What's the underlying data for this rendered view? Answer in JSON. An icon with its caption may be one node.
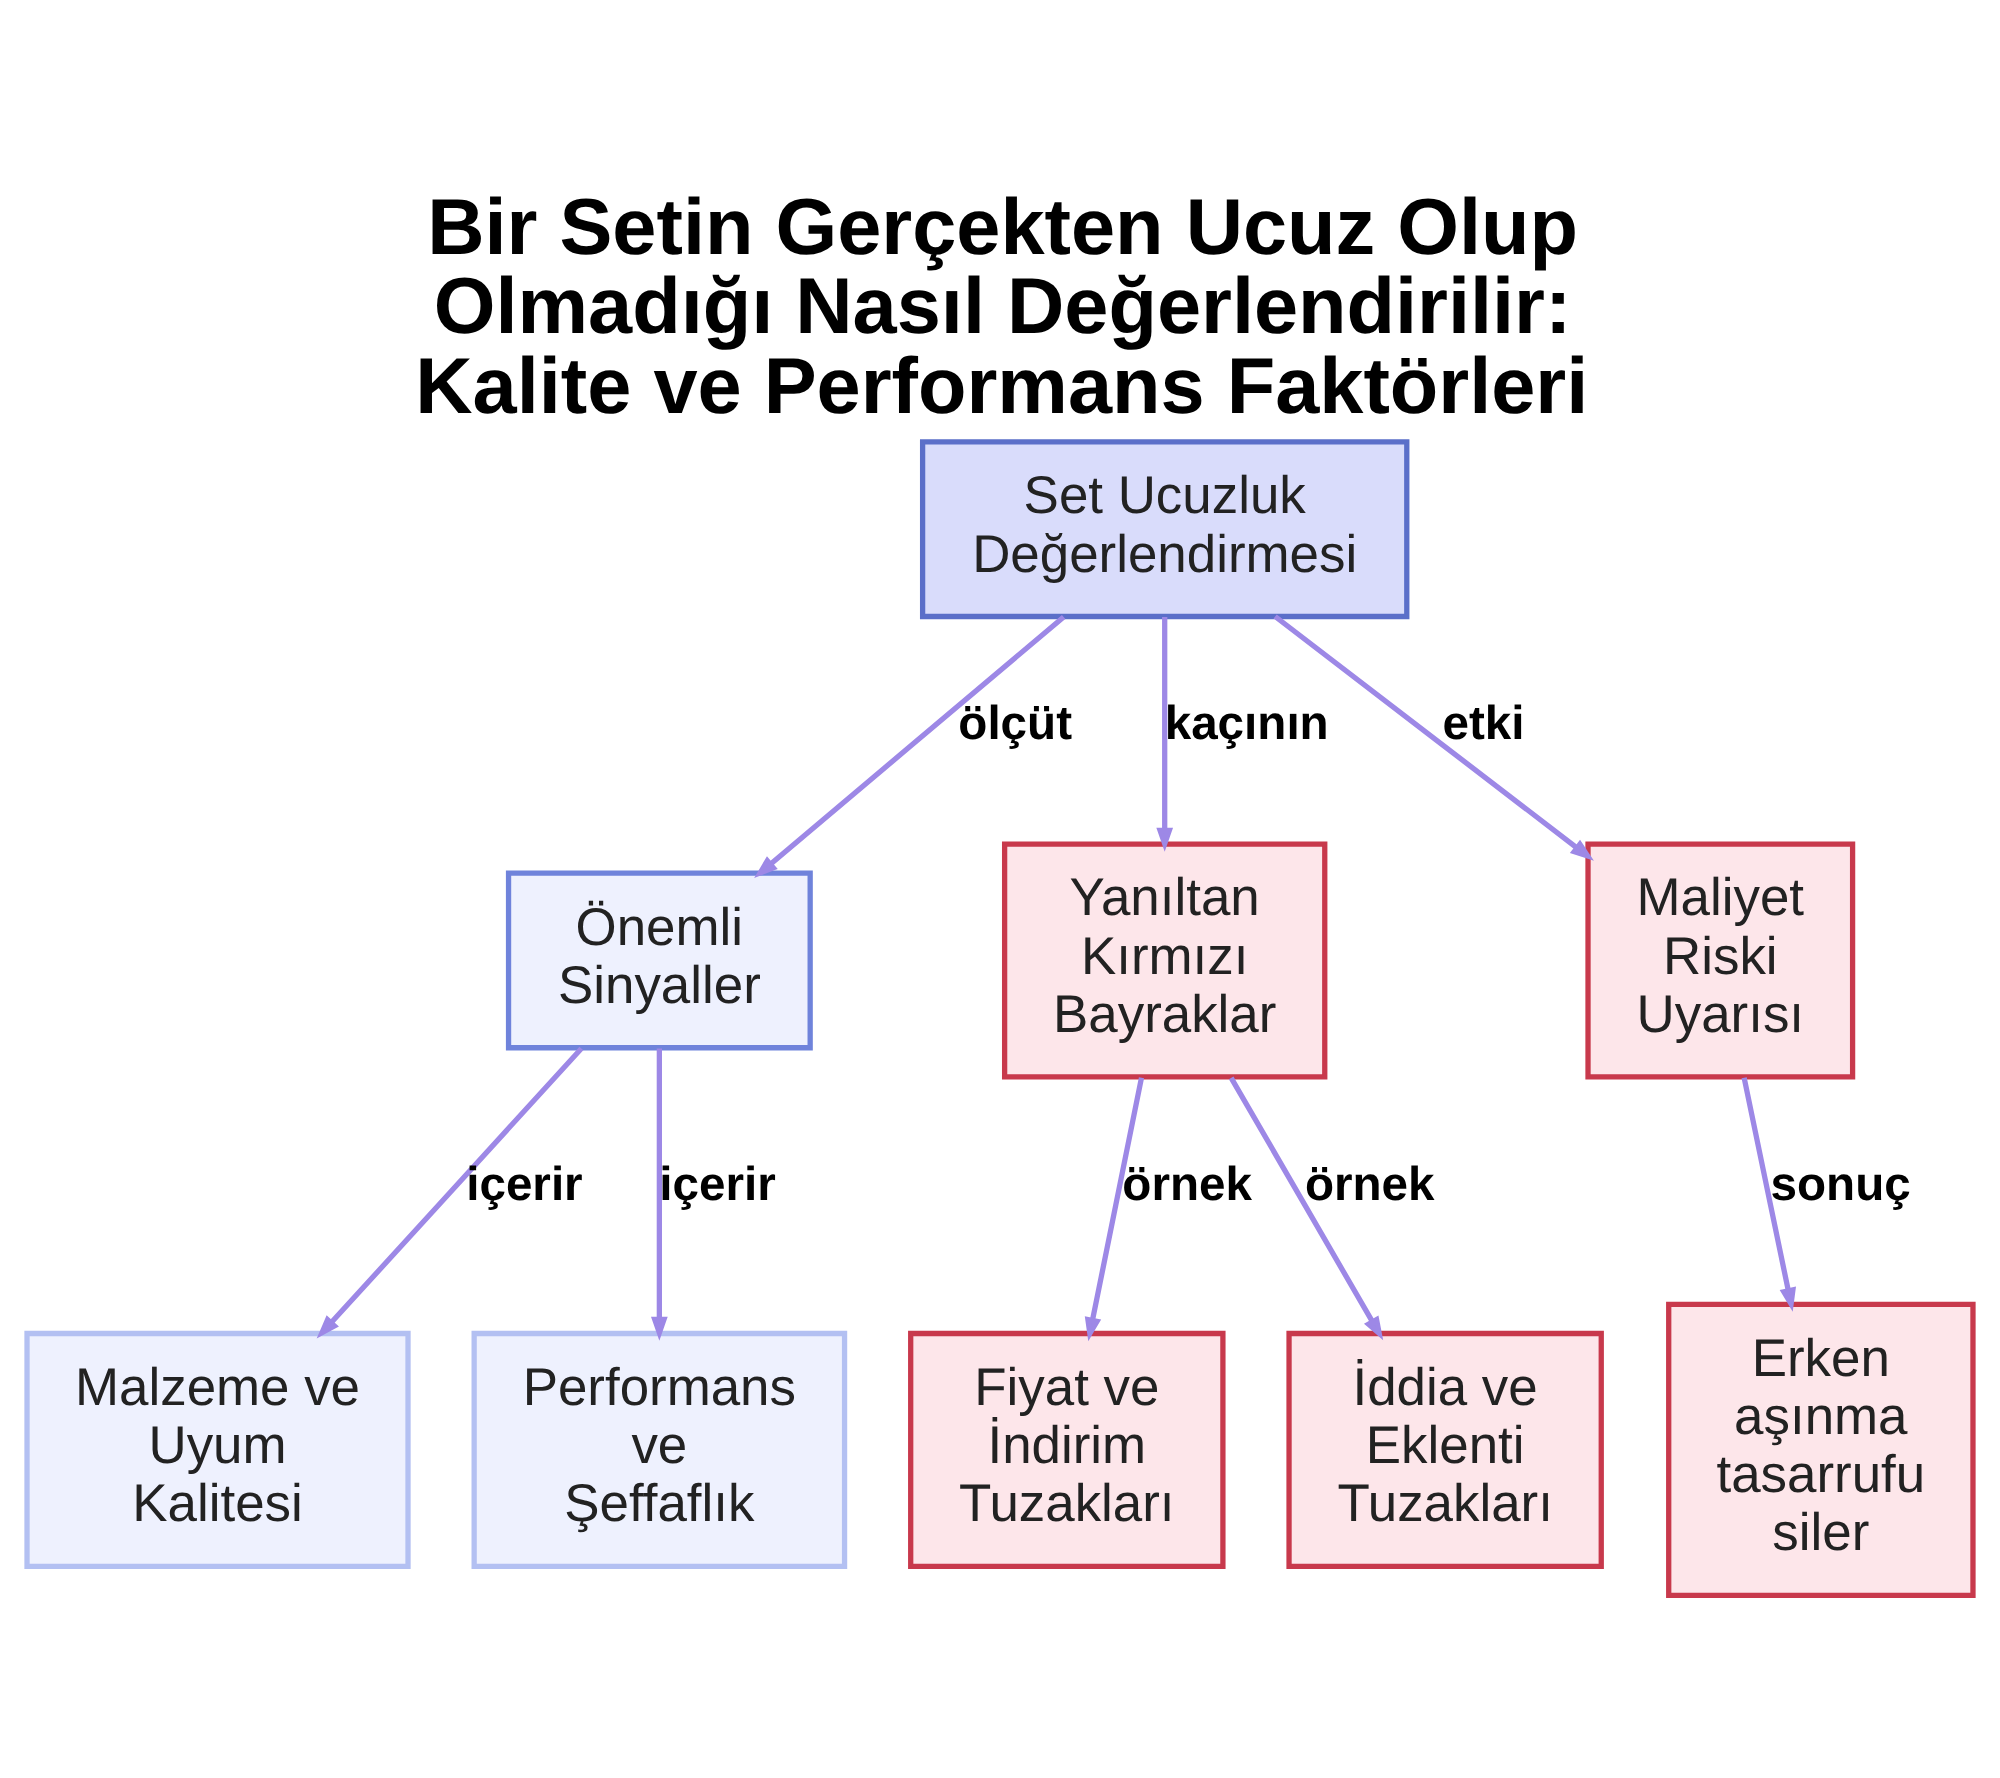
{
  "diagram": {
    "title": "Bir Setin Gerçekten Ucuz Olup Olmadığı Nasıl Değerlendirilir: Kalite ve Performans Faktörleri",
    "nodes": [
      {
        "text": [
          "Set Ucuzluk Değerlendirmesi"
        ]
      },
      {
        "text": [
          "Önemli Sinyaller"
        ]
      },
      {
        "text": [
          "Yanıltan Kırmızı Bayraklar"
        ]
      },
      {
        "text": [
          "Maliyet Riski Uyarısı"
        ]
      },
      {
        "text": [
          "Malzeme ve Uyum Kalitesi"
        ]
      },
      {
        "text": [
          "Performans ve Şeffaflık"
        ]
      },
      {
        "text": [
          "Fiyat ve İndirim Tuzakları"
        ]
      },
      {
        "text": [
          "İddia ve Eklenti Tuzakları"
        ]
      },
      {
        "text": [
          "Erken aşınma tasarrufu siler"
        ]
      }
    ],
    "edges": [
      {
        "from": 0,
        "to": 1,
        "arrow": "to",
        "label": "ölçüt"
      },
      {
        "from": 0,
        "to": 2,
        "arrow": "to",
        "label": "kaçının"
      },
      {
        "from": 0,
        "to": 3,
        "arrow": "to",
        "label": "etki"
      },
      {
        "from": 1,
        "to": 4,
        "arrow": "to",
        "label": "içerir"
      },
      {
        "from": 1,
        "to": 5,
        "arrow": "to",
        "label": "içerir"
      },
      {
        "from": 2,
        "to": 6,
        "arrow": "to",
        "label": "örnek"
      },
      {
        "from": 2,
        "to": 7,
        "arrow": "to",
        "label": "örnek"
      },
      {
        "from": 3,
        "to": 8,
        "arrow": "to",
        "label": "sonuç"
      }
    ]
  }
}
